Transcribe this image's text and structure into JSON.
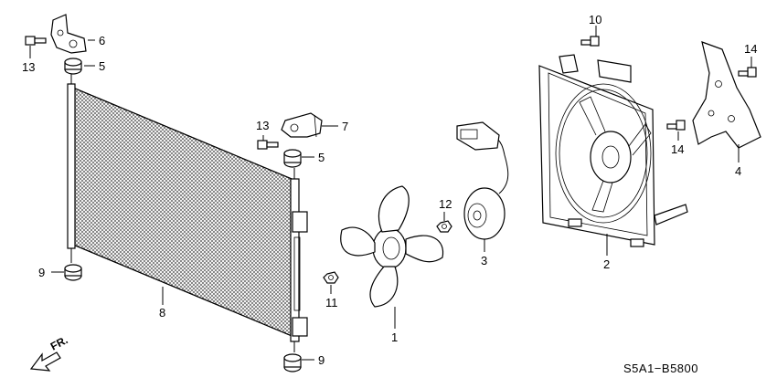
{
  "diagram": {
    "diagram_code": "S5A1−B5800",
    "direction_label": "FR.",
    "callouts": [
      {
        "id": "c1",
        "label": "1"
      },
      {
        "id": "c2",
        "label": "2"
      },
      {
        "id": "c3",
        "label": "3"
      },
      {
        "id": "c4",
        "label": "4"
      },
      {
        "id": "c5a",
        "label": "5"
      },
      {
        "id": "c5b",
        "label": "5"
      },
      {
        "id": "c6",
        "label": "6"
      },
      {
        "id": "c7",
        "label": "7"
      },
      {
        "id": "c8",
        "label": "8"
      },
      {
        "id": "c9a",
        "label": "9"
      },
      {
        "id": "c9b",
        "label": "9"
      },
      {
        "id": "c10",
        "label": "10"
      },
      {
        "id": "c11",
        "label": "11"
      },
      {
        "id": "c12",
        "label": "12"
      },
      {
        "id": "c13a",
        "label": "13"
      },
      {
        "id": "c13b",
        "label": "13"
      },
      {
        "id": "c14a",
        "label": "14"
      },
      {
        "id": "c14b",
        "label": "14"
      }
    ]
  }
}
